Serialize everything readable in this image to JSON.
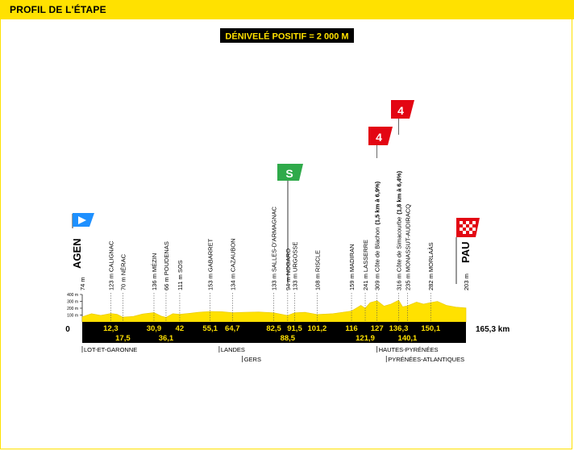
{
  "header": {
    "title": "PROFIL DE L'ÉTAPE",
    "elevation_gain": "DÉNIVELÉ POSITIF = 2 000 M"
  },
  "flags": {
    "sprint_symbol": "S",
    "climb_blachon_cat": "4",
    "climb_simacourbe_cat": "4",
    "colors": {
      "start": "#1e90ff",
      "sprint": "#2faa4a",
      "climb": "#e30613",
      "finish": "#e30613",
      "accent": "#ffe100"
    }
  },
  "chart_data": {
    "type": "area",
    "title": "PROFIL DE L'ÉTAPE",
    "start_km": "0",
    "total_distance": "165,3 km",
    "x_range_km": [
      0,
      165.3
    ],
    "altitude_ticks": [
      "400 m",
      "300 m",
      "200 m",
      "100 m"
    ],
    "altitude_tick_values": [
      400,
      300,
      200,
      100
    ],
    "profile": {
      "km": [
        0,
        4,
        8,
        12.3,
        15,
        17.5,
        22,
        26,
        30.9,
        34,
        36.1,
        39,
        42,
        46,
        50,
        55.1,
        60,
        64.7,
        70,
        76,
        82.5,
        88.5,
        91.5,
        96,
        101.2,
        108,
        116,
        120,
        121.9,
        124,
        127,
        130,
        133,
        136.3,
        138,
        140.1,
        144,
        147,
        150.1,
        153,
        157,
        161,
        165.3
      ],
      "alt": [
        74,
        120,
        95,
        123,
        110,
        70,
        80,
        115,
        136,
        85,
        66,
        120,
        111,
        125,
        140,
        153,
        150,
        134,
        140,
        145,
        133,
        94,
        133,
        140,
        108,
        120,
        159,
        241,
        200,
        280,
        309,
        230,
        260,
        316,
        220,
        235,
        290,
        260,
        282,
        300,
        240,
        215,
        203
      ]
    },
    "waypoints": [
      {
        "km": 0,
        "label": "74 m",
        "name": "AGEN",
        "type": "start"
      },
      {
        "km": 12.3,
        "label": "123 m CALIGNAC"
      },
      {
        "km": 17.5,
        "label": "70 m NÉRAC"
      },
      {
        "km": 30.9,
        "label": "136 m MÉZIN"
      },
      {
        "km": 36.1,
        "label": "66 m POUDENAS"
      },
      {
        "km": 42,
        "label": "111 m SOS"
      },
      {
        "km": 55.1,
        "label": "153 m GABARRET"
      },
      {
        "km": 64.7,
        "label": "134 m CAZAUBON"
      },
      {
        "km": 82.5,
        "label": "133 m SALLES-D'ARMAGNAC"
      },
      {
        "km": 88.5,
        "label": "94 m NOGARO"
      },
      {
        "km": 91.5,
        "label": "133 m URGOSSE"
      },
      {
        "km": 101.2,
        "label": "108 m RISCLE"
      },
      {
        "km": 116,
        "label": "159 m MADIRAN"
      },
      {
        "km": 121.9,
        "label": "241 m LASSERRE"
      },
      {
        "km": 127,
        "label": "309 m Côte de Blachon",
        "bold_suffix": "(1,5 km à 6,9%)"
      },
      {
        "km": 136.3,
        "label": "316 m Côte de Simacourbe",
        "bold_suffix": "(1,8 km à 6,4%)"
      },
      {
        "km": 140.1,
        "label": "235 m MONASSUT-AUDIRACQ"
      },
      {
        "km": 150.1,
        "label": "282 m MORLAÀS"
      },
      {
        "km": 165.3,
        "label": "203 m",
        "name": "PAU",
        "type": "finish"
      }
    ],
    "km_labels_top": [
      "12,3",
      "30,9",
      "42",
      "55,1",
      "64,7",
      "82,5",
      "91,5",
      "101,2",
      "116",
      "127",
      "136,3",
      "150,1"
    ],
    "km_values_top": [
      12.3,
      30.9,
      42,
      55.1,
      64.7,
      82.5,
      91.5,
      101.2,
      116,
      127,
      136.3,
      150.1
    ],
    "km_labels_bottom": [
      "17,5",
      "36,1",
      "88,5",
      "121,9",
      "140,1"
    ],
    "km_values_bottom": [
      17.5,
      36.1,
      88.5,
      121.9,
      140.1
    ],
    "departments": [
      {
        "name": "LOT-ET-GARONNE",
        "km": 0,
        "row": 1
      },
      {
        "name": "LANDES",
        "km": 59,
        "row": 1
      },
      {
        "name": "GERS",
        "km": 69,
        "row": 2
      },
      {
        "name": "HAUTES-PYRÉNÉES",
        "km": 127,
        "row": 1
      },
      {
        "name": "PYRÉNÉES-ATLANTIQUES",
        "km": 131,
        "row": 2
      }
    ]
  }
}
